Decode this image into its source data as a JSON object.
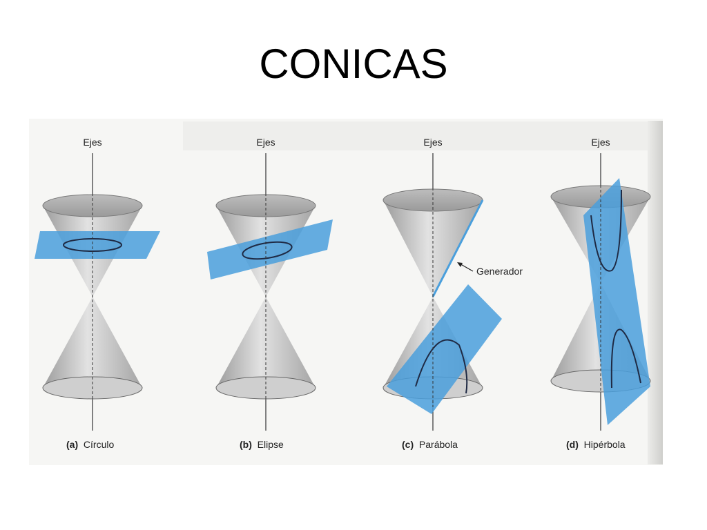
{
  "title": "CONICAS",
  "axis_label": "Ejes",
  "generator_label": "Generador",
  "panels": [
    {
      "letter": "(a)",
      "name": "Círculo"
    },
    {
      "letter": "(b)",
      "name": "Elipse"
    },
    {
      "letter": "(c)",
      "name": "Parábola"
    },
    {
      "letter": "(d)",
      "name": "Hipérbola"
    }
  ],
  "colors": {
    "plane": "#4a9fdc",
    "cone": "#c9c9c9",
    "curve": "#1f2a44"
  }
}
